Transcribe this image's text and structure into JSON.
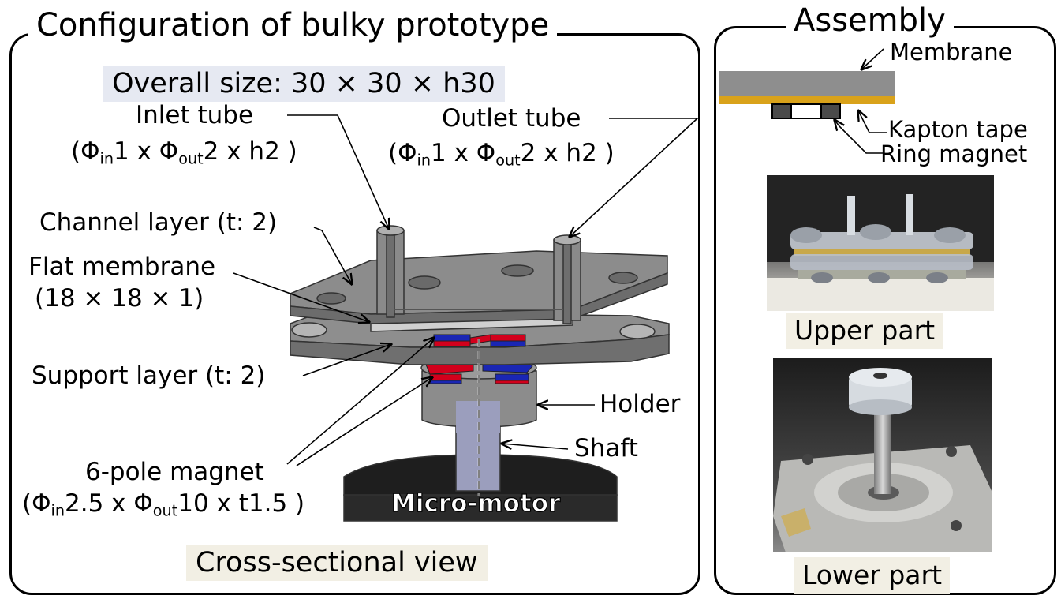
{
  "title_left": "Configuration of bulky prototype",
  "title_right": "Assembly",
  "overall_size": "Overall size: 30 × 30 × h30",
  "inlet": {
    "name": "Inlet tube",
    "dims_open": "(Φ",
    "in": "in",
    "d1": "1 x Φ",
    "out": "out",
    "d2": "2 x h2 )"
  },
  "outlet": {
    "name": "Outlet tube",
    "dims_open": "(Φ",
    "in": "in",
    "d1": "1 x Φ",
    "out": "out",
    "d2": "2 x h2 )"
  },
  "channel_layer": "Channel layer (t: 2)",
  "flat_membrane": {
    "name": "Flat membrane",
    "dims": "(18 × 18 × 1)"
  },
  "support_layer": "Support layer (t: 2)",
  "holder": "Holder",
  "shaft": "Shaft",
  "magnet": {
    "name": "6-pole magnet",
    "dims_open": "(Φ",
    "in": "in",
    "d1": "2.5 x Φ",
    "out": "out",
    "d2": "10 x t1.5 )"
  },
  "micro_motor": "Micro-motor",
  "cross_sectional_view": "Cross-sectional view",
  "assembly_labels": {
    "membrane": "Membrane",
    "kapton_tape": "Kapton tape",
    "ring_magnet": "Ring magnet"
  },
  "upper_part": "Upper part",
  "lower_part": "Lower part",
  "colors": {
    "magnet_red": "#d2001c",
    "magnet_blue": "#1a26b4",
    "kapton": "#d9a21a",
    "part_gray": "#8c8c8c",
    "motor_black": "#1e1e1e"
  }
}
